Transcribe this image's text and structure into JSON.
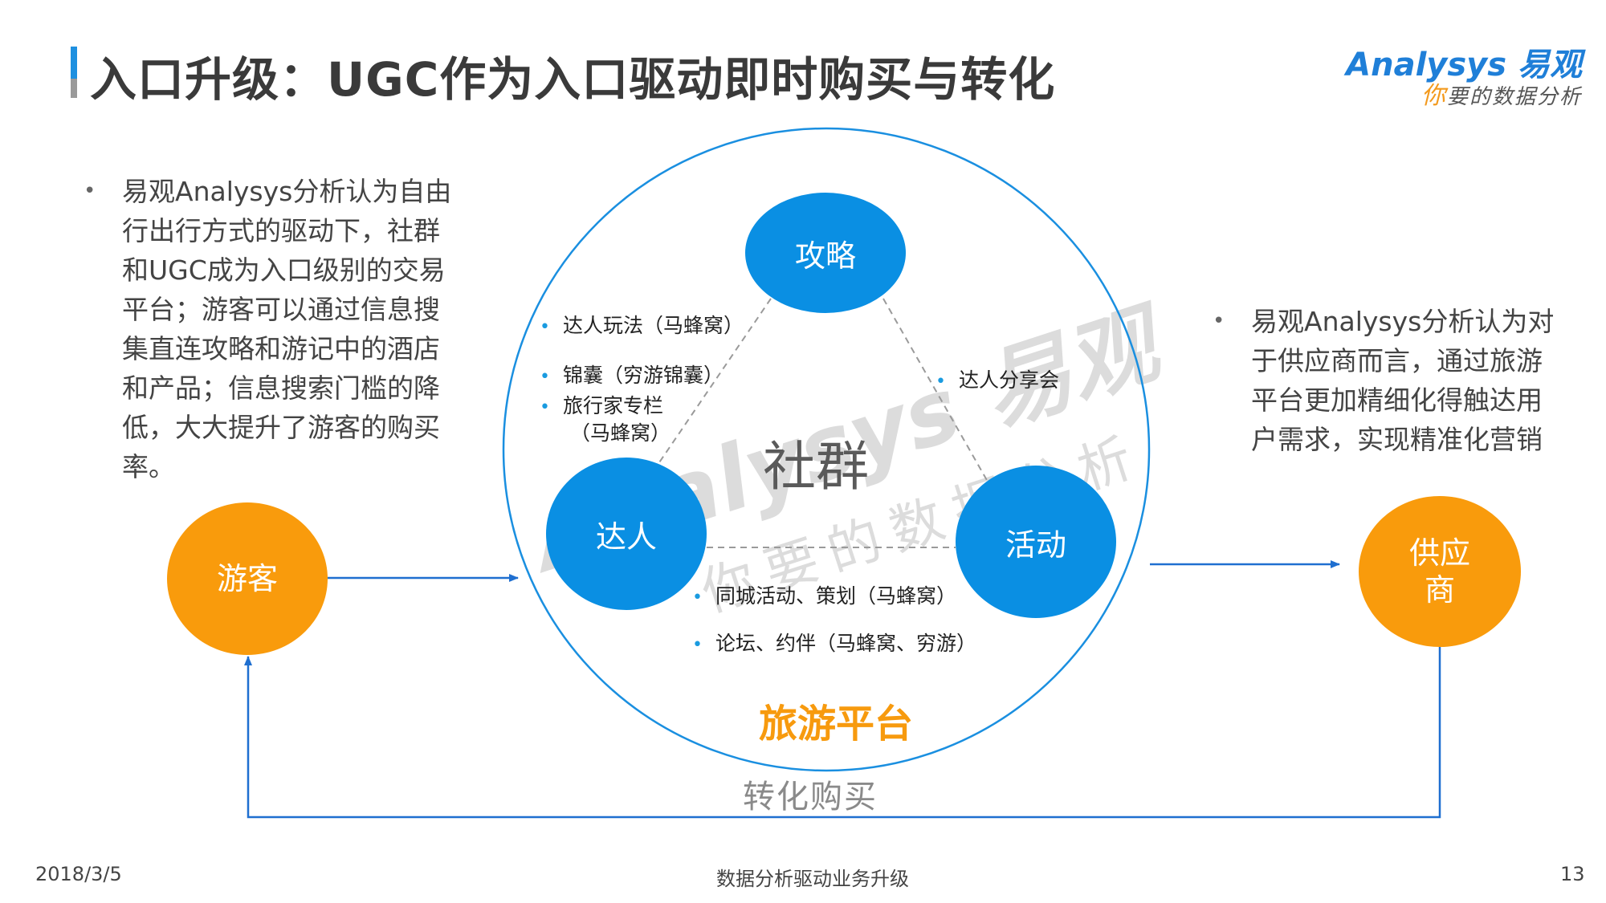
{
  "header": {
    "title": "入口升级：UGC作为入口驱动即时购买与转化",
    "logo_brand_en_head": "Analysys",
    "logo_brand_cn": "易观",
    "logo_slogan_first": "你",
    "logo_slogan_rest": "要的数据分析"
  },
  "left_text": {
    "bullet": "•",
    "text": "易观Analysys分析认为自由行出行方式的驱动下，社群和UGC成为入口级别的交易平台；游客可以通过信息搜集直连攻略和游记中的酒店和产品；信息搜索门槛的降低，大大提升了游客的购买率。"
  },
  "right_text": {
    "bullet": "•",
    "text": "易观Analysys分析认为对于供应商而言，通过旅游平台更加精细化得触达用户需求，实现精准化营销"
  },
  "diagram": {
    "nodes": {
      "gonglue": "攻略",
      "daren": "达人",
      "huodong": "活动",
      "youke": "游客",
      "gongying_line1": "供应",
      "gongying_line2": "商"
    },
    "community_label": "社群",
    "platform_label": "旅游平台",
    "conversion_label": "转化购买",
    "features_left": [
      {
        "line1": "达人玩法（马蜂窝）"
      },
      {
        "line1": "锦囊（穷游锦囊）"
      },
      {
        "line1": "旅行家专栏",
        "line2": "（马蜂窝）"
      }
    ],
    "features_right": [
      {
        "line1": "达人分享会"
      }
    ],
    "features_bottom": [
      {
        "line1": "同城活动、策划（马蜂窝）"
      },
      {
        "line1": "论坛、约伴（马蜂窝、穷游）"
      }
    ],
    "watermark_main": "Analysys 易观",
    "watermark_sub": "你要的数据分析"
  },
  "colors": {
    "blue_node": "#0a8fe3",
    "orange_node": "#f99b0c",
    "circle_stroke": "#1a8fe0",
    "arrow": "#1f6fd0",
    "platform_text": "#f79a0e"
  },
  "footer": {
    "date": "2018/3/5",
    "center": "数据分析驱动业务升级",
    "page": "13"
  }
}
